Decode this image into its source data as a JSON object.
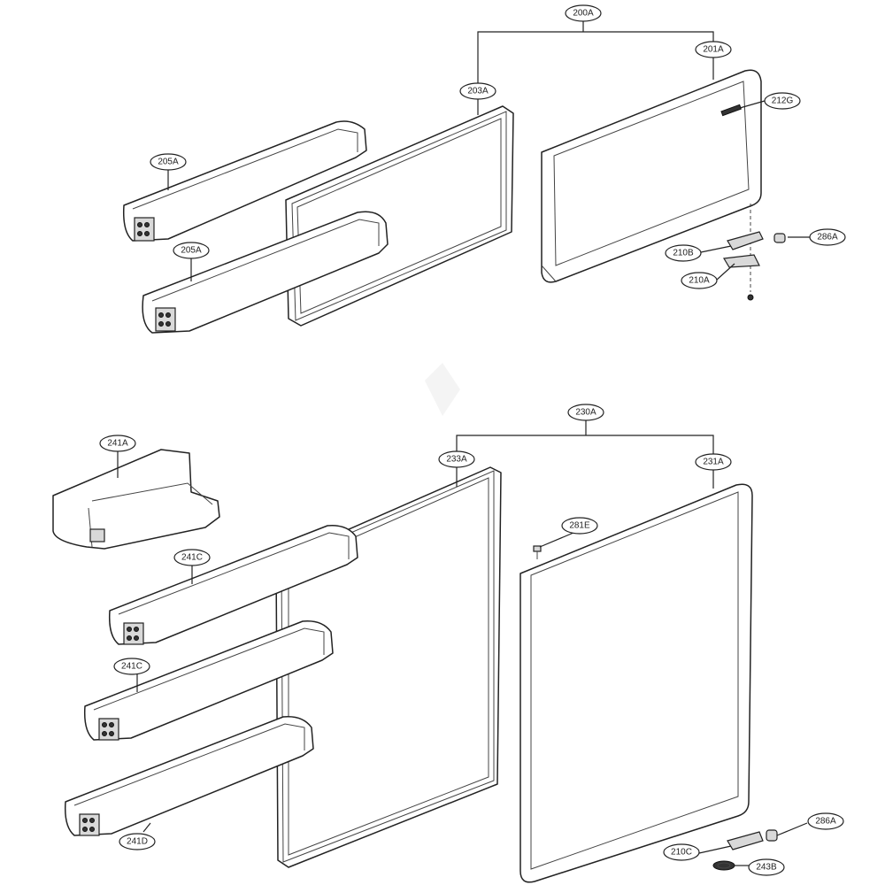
{
  "upper_assembly": {
    "labels": {
      "door_assembly": "200A",
      "door_panel": "201A",
      "gasket": "203A",
      "bin_upper": "205A",
      "bin_lower": "205A",
      "logo": "212G",
      "hinge_cap": "286A",
      "hinge_cover": "210B",
      "hinge_bracket": "210A"
    }
  },
  "lower_assembly": {
    "labels": {
      "door_assembly": "230A",
      "door_panel": "231A",
      "gasket": "233A",
      "corner_bin": "241A",
      "bin_1": "241C",
      "bin_2": "241C",
      "bin_3": "241D",
      "screw": "281E",
      "hinge_cap": "286A",
      "hinge_cover": "210C",
      "hinge_bracket": "243B"
    }
  }
}
